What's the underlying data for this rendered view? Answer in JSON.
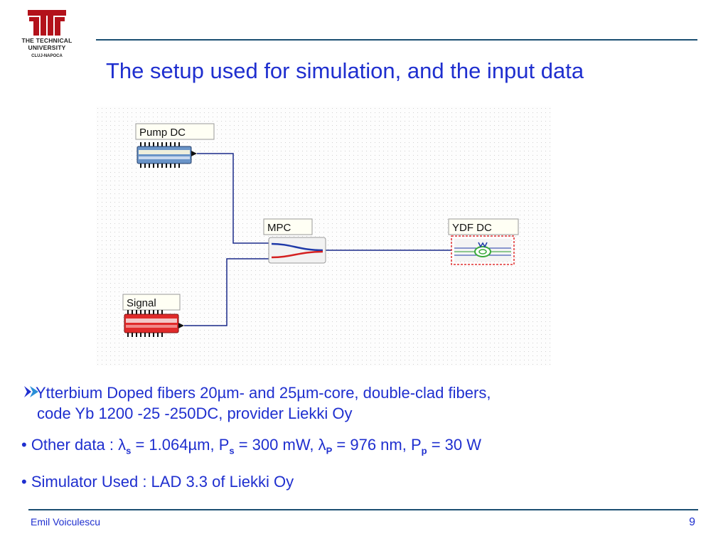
{
  "logo": {
    "line1": "THE TECHNICAL",
    "line2": "UNIVERSITY",
    "line3": "CLUJ-NAPOCA"
  },
  "slide": {
    "title": "The setup used for simulation, and the input data"
  },
  "diagram": {
    "labels": {
      "pump": "Pump DC",
      "mpc": "MPC",
      "ydf": "YDF DC",
      "signal": "Signal"
    },
    "colors": {
      "pump_body": "#6a94c8",
      "signal_body": "#e02a2a",
      "wire": "#1a2a8a",
      "selection": "#e03030"
    }
  },
  "bullets": {
    "b1_line1": " Ytterbium Doped fibers 20µm-  and 25µm-core, double-clad fibers,",
    "b1_line2": "code Yb 1200 -25 -250DC, provider Liekki Oy",
    "b2": {
      "prefix": "• Other data : λ",
      "sub1": "s",
      "t1": " = 1.064µm, P",
      "sub2": "s",
      "t2": " = 300 mW, λ",
      "sub3": "P",
      "t3": " = 976 nm, P",
      "sub4": "p",
      "t4": " = 30 W"
    },
    "b3": "• Simulator Used : LAD 3.3 of Liekki Oy"
  },
  "footer": {
    "author": "Emil Voiculescu",
    "page": "9"
  },
  "colors": {
    "accent_text": "#1f2fcf",
    "rule": "#1b4f72"
  }
}
